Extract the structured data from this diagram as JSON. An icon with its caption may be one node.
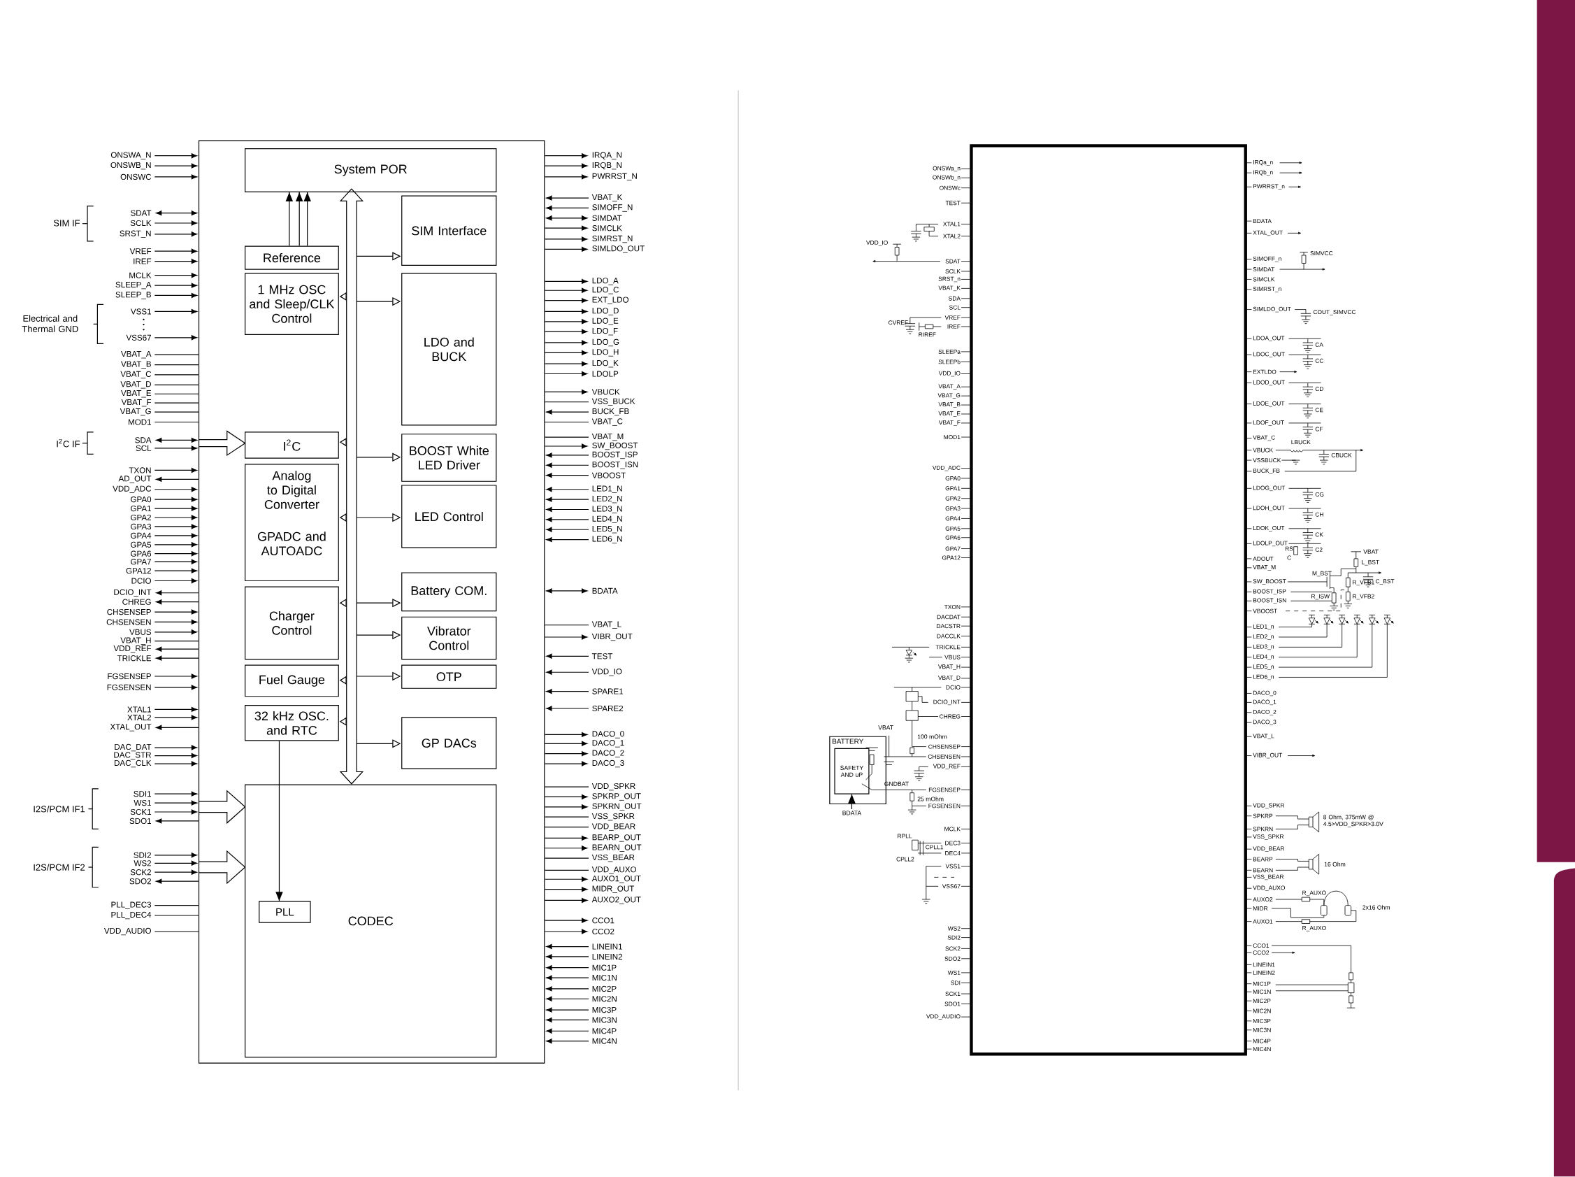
{
  "diagram": {
    "nodes": [
      {
        "text": [],
        "shape": "box"
      },
      {
        "text": [
          "System POR"
        ],
        "in": 0
      },
      {
        "text": [
          "SIM Interface"
        ],
        "in": 0
      },
      {
        "text": [
          "Reference"
        ],
        "in": 0
      },
      {
        "text": [
          "1 MHz OSC and Sleep/CLK Control"
        ],
        "in": 0
      },
      {
        "text": [
          "LDO and BUCK"
        ],
        "in": 0
      },
      {
        "text": [
          "I$^{2}$C"
        ],
        "in": 0
      },
      {
        "text": [
          "BOOST White LED Driver"
        ],
        "in": 0
      },
      {
        "text": [
          "Analog to Digital Converter",
          "GPADC and AUTOADC"
        ],
        "in": 0
      },
      {
        "text": [
          "LED Control"
        ],
        "in": 0
      },
      {
        "text": [
          "Battery COM."
        ],
        "in": 0
      },
      {
        "text": [
          "Charger Control"
        ],
        "in": 0
      },
      {
        "text": [
          "Vibrator Control"
        ],
        "in": 0
      },
      {
        "text": [
          "Fuel Gauge"
        ],
        "in": 0
      },
      {
        "text": [
          "OTP"
        ],
        "in": 0
      },
      {
        "text": [
          "32 kHz OSC. and RTC"
        ],
        "in": 0
      },
      {
        "text": [
          "GP DACs"
        ],
        "in": 0
      },
      {
        "text": [
          "CODEC"
        ],
        "in": 0
      },
      {
        "text": [
          "PLL"
        ],
        "in": 17
      },
      {
        "text": [],
        "shape": "box"
      },
      {
        "text": [
          "BATTERY"
        ]
      },
      {
        "text": [
          "SAFETY AND uP"
        ],
        "in": 20
      },
      {
        "text": [
          "BDATA"
        ]
      }
    ],
    "edges": [
      {
        "from": 3,
        "to": 1,
        "arrow": "to"
      },
      {
        "from": 3,
        "to": 1,
        "arrow": "to"
      },
      {
        "from": 3,
        "to": 1,
        "arrow": "to"
      },
      {
        "from": 15,
        "to": 18,
        "arrow": "to"
      },
      {
        "from": 22,
        "to": 21,
        "arrow": "to"
      }
    ],
    "labels": [
      "ONSWA_N",
      "ONSWB_N",
      "ONSWC",
      "SDAT",
      "SCLK",
      "SRST_N",
      "VREF",
      "IREF",
      "MCLK",
      "SLEEP_A",
      "SLEEP_B",
      "VSS1",
      "VSS67",
      "VBAT_A",
      "VBAT_B",
      "VBAT_C",
      "VBAT_D",
      "VBAT_E",
      "VBAT_F",
      "VBAT_G",
      "MOD1",
      "SDA",
      "SCL",
      "TXON",
      "AD_OUT",
      "VDD_ADC",
      "GPA0",
      "GPA1",
      "GPA2",
      "GPA3",
      "GPA4",
      "GPA5",
      "GPA6",
      "GPA7",
      "GPA12",
      "DCIO",
      "DCIO_INT",
      "CHREG",
      "CHSENSEP",
      "CHSENSEN",
      "VBUS",
      "VBAT_H",
      "VDD_REF",
      "TRICKLE",
      "FGSENSEP",
      "FGSENSEN",
      "XTAL1",
      "XTAL2",
      "XTAL_OUT",
      "DAC_DAT",
      "DAC_STR",
      "DAC_CLK",
      "SDI1",
      "WS1",
      "SCK1",
      "SDO1",
      "SDI2",
      "WS2",
      "SCK2",
      "SDO2",
      "PLL_DEC3",
      "PLL_DEC4",
      "VDD_AUDIO",
      "SIM IF",
      "Electrical and Thermal GND",
      "I$^{2}$C IF",
      "I2S/PCM IF1",
      "I2S/PCM IF2",
      "IRQA_N",
      "IRQB_N",
      "PWRRST_N",
      "VBAT_K",
      "SIMOFF_N",
      "SIMDAT",
      "SIMCLK",
      "SIMRST_N",
      "SIMLDO_OUT",
      "LDO_A",
      "LDO_C",
      "EXT_LDO",
      "LDO_D",
      "LDO_E",
      "LDO_F",
      "LDO_G",
      "LDO_H",
      "LDO_K",
      "LDOLP",
      "VBUCK",
      "VSS_BUCK",
      "BUCK_FB",
      "VBAT_C",
      "VBAT_M",
      "SW_BOOST",
      "BOOST_ISP",
      "BOOST_ISN",
      "VBOOST",
      "LED1_N",
      "LED2_N",
      "LED3_N",
      "LED4_N",
      "LED5_N",
      "LED6_N",
      "BDATA",
      "VBAT_L",
      "VIBR_OUT",
      "TEST",
      "VDD_IO",
      "SPARE1",
      "SPARE2",
      "DACO_0",
      "DACO_1",
      "DACO_2",
      "DACO_3",
      "VDD_SPKR",
      "SPKRP_OUT",
      "SPKRN_OUT",
      "VSS_SPKR",
      "VDD_BEAR",
      "BEARP_OUT",
      "BEARN_OUT",
      "VSS_BEAR",
      "VDD_AUXO",
      "AUXO1_OUT",
      "MIDR_OUT",
      "AUXO2_OUT",
      "CCO1",
      "CCO2",
      "LINEIN1",
      "LINEIN2",
      "MIC1P",
      "MIC1N",
      "MIC2P",
      "MIC2N",
      "MIC3P",
      "MIC3N",
      "MIC4P",
      "MIC4N",
      "ONSWa_n",
      "ONSWb_n",
      "ONSWc",
      "TEST",
      "XTAL1",
      "XTAL2",
      "SDAT",
      "SCLK",
      "SRST_n",
      "VBAT_K",
      "SDA",
      "SCL",
      "VREF",
      "IREF",
      "SLEEPa",
      "SLEEPb",
      "VDD_IO",
      "VBAT_A",
      "VBAT_G",
      "VBAT_B",
      "VBAT_E",
      "VBAT_F",
      "MOD1",
      "VDD_ADC",
      "GPA0",
      "GPA1",
      "GPA2",
      "GPA3",
      "GPA4",
      "GPA5",
      "GPA6",
      "GPA7",
      "GPA12",
      "TXON",
      "DACDAT",
      "DACSTR",
      "DACCLK",
      "TRICKLE",
      "VBUS",
      "VBAT_H",
      "VBAT_D",
      "DCIO",
      "DCIO_INT",
      "CHREG",
      "CHSENSEP",
      "CHSENSEN",
      "VDD_REF",
      "FGSENSEP",
      "FGSENSEN",
      "MCLK",
      "DEC3",
      "DEC4",
      "VSS1",
      "VSS67",
      "WS2",
      "SDI2",
      "SCK2",
      "SDO2",
      "WS1",
      "SDI",
      "SCK1",
      "SDO1",
      "VDD_AUDIO",
      "IRQa_n",
      "IRQb_n",
      "PWRRST_n",
      "BDATA",
      "XTAL_OUT",
      "SIMOFF_n",
      "SIMDAT",
      "SIMCLK",
      "SIMRST_n",
      "SIMLDO_OUT",
      "LDOA_OUT",
      "LDOC_OUT",
      "EXTLDO",
      "LDOD_OUT",
      "LDOE_OUT",
      "LDOF_OUT",
      "VBAT_C",
      "VBUCK",
      "VSSBUCK",
      "BUCK_FB",
      "LDOG_OUT",
      "LDOH_OUT",
      "LDOK_OUT",
      "LDOLP_OUT",
      "ADOUT",
      "VBAT_M",
      "SW_BOOST",
      "BOOST_ISP",
      "BOOST_ISN",
      "VBOOST",
      "LED1_n",
      "LED2_n",
      "LED3_n",
      "LED4_n",
      "LED5_n",
      "LED6_n",
      "DACO_0",
      "DACO_1",
      "DACO_2",
      "DACO_3",
      "VBAT_L",
      "VIBR_OUT",
      "VDD_SPKR",
      "SPKRP",
      "SPKRN",
      "VSS_SPKR",
      "VDD_BEAR",
      "BEARP",
      "BEARN",
      "VSS_BEAR",
      "VDD_AUXO",
      "AUXO2",
      "MIDR",
      "AUXO1",
      "CCO1",
      "CCO2",
      "LINEIN1",
      "LINEIN2",
      "MIC1P",
      "MIC1N",
      "MIC2P",
      "MIC2N",
      "MIC3P",
      "MIC3N",
      "MIC4P",
      "MIC4N",
      "VDD_IO",
      "CVREF",
      "RIREF",
      "SIMVCC",
      "COUT_SIMVCC",
      "CA",
      "CC",
      "CD",
      "CE",
      "CF",
      "LBUCK",
      "CBUCK",
      "CG",
      "CH",
      "CK",
      "C2",
      "RS",
      "C",
      "VBAT",
      "L_BST",
      "M_BST",
      "R_VFB1",
      "C_BST",
      "R_ISW",
      "R_VFB2",
      "VBAT",
      "100 mOhm",
      "GNDBAT",
      "25 mOhm",
      "RPLL",
      "CPLL1",
      "CPLL2",
      "8 Ohm, 375mW @ 4.5>VDD_SPKR>3.0V",
      "16 Ohm",
      "R_AUXO",
      "2x16 Ohm",
      "R_AUXO"
    ]
  }
}
